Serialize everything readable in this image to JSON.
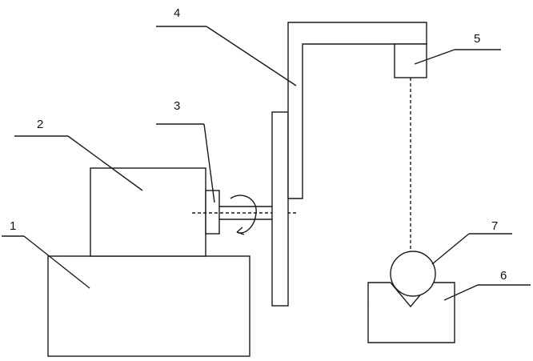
{
  "labels": {
    "l1": "1",
    "l2": "2",
    "l3": "3",
    "l4": "4",
    "l5": "5",
    "l6": "6",
    "l7": "7"
  },
  "colors": {
    "stroke": "#1a1a1a",
    "background": "#ffffff"
  }
}
